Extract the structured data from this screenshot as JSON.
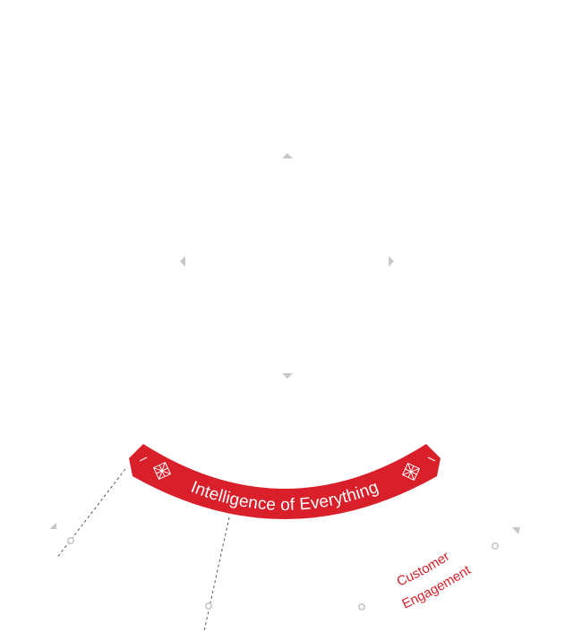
{
  "band": {
    "label": "Intelligence of Everything",
    "color": "#d91f2a",
    "text_color": "#ffffff",
    "emblem_icon": "diamond-network-icon"
  },
  "segments": [
    {
      "line1": "Customer",
      "line2": "Engagement",
      "color": "#d91f2a"
    }
  ],
  "marker_color": "#c8c8c8",
  "connector_color": "#555555"
}
